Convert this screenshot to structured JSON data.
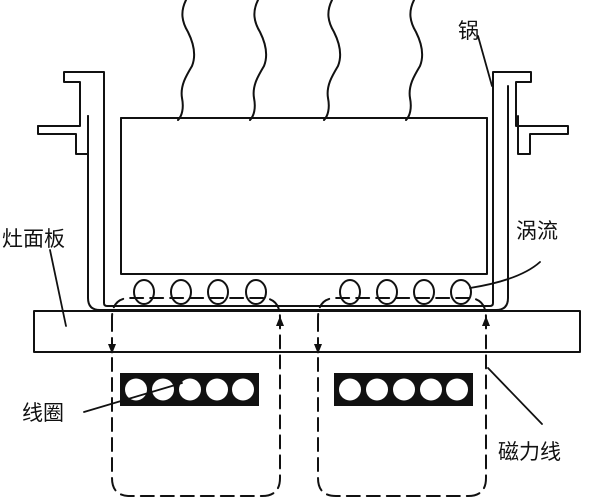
{
  "labels": {
    "pot": "锅",
    "cooktop_panel": "灶面板",
    "eddy_current": "涡流",
    "coil": "线圈",
    "magnetic_field_lines": "磁力线"
  },
  "colors": {
    "stroke": "#111111",
    "background": "#ffffff"
  }
}
